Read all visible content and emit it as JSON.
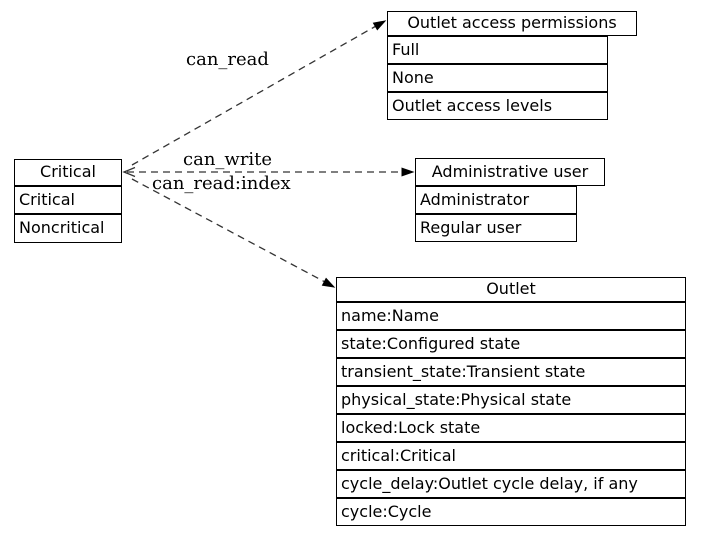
{
  "nodes": {
    "critical": {
      "title": "Critical",
      "rows": [
        "Critical",
        "Noncritical"
      ]
    },
    "outlet_access_permissions": {
      "title": "Outlet access permissions",
      "rows": [
        "Full",
        "None",
        "Outlet access levels"
      ]
    },
    "administrative_user": {
      "title": "Administrative user",
      "rows": [
        "Administrator",
        "Regular user"
      ]
    },
    "outlet": {
      "title": "Outlet",
      "rows": [
        "name:Name",
        "state:Configured state",
        "transient_state:Transient state",
        "physical_state:Physical state",
        "locked:Lock state",
        "critical:Critical",
        "cycle_delay:Outlet cycle delay, if any",
        "cycle:Cycle"
      ]
    }
  },
  "edges": {
    "can_read": {
      "label": "can_read"
    },
    "can_write": {
      "label": "can_write"
    },
    "can_read_index": {
      "label": "can_read:index"
    }
  },
  "colors": {
    "background": "#ffffff",
    "border": "#000000",
    "edge_line": "#333333",
    "text": "#000000"
  }
}
